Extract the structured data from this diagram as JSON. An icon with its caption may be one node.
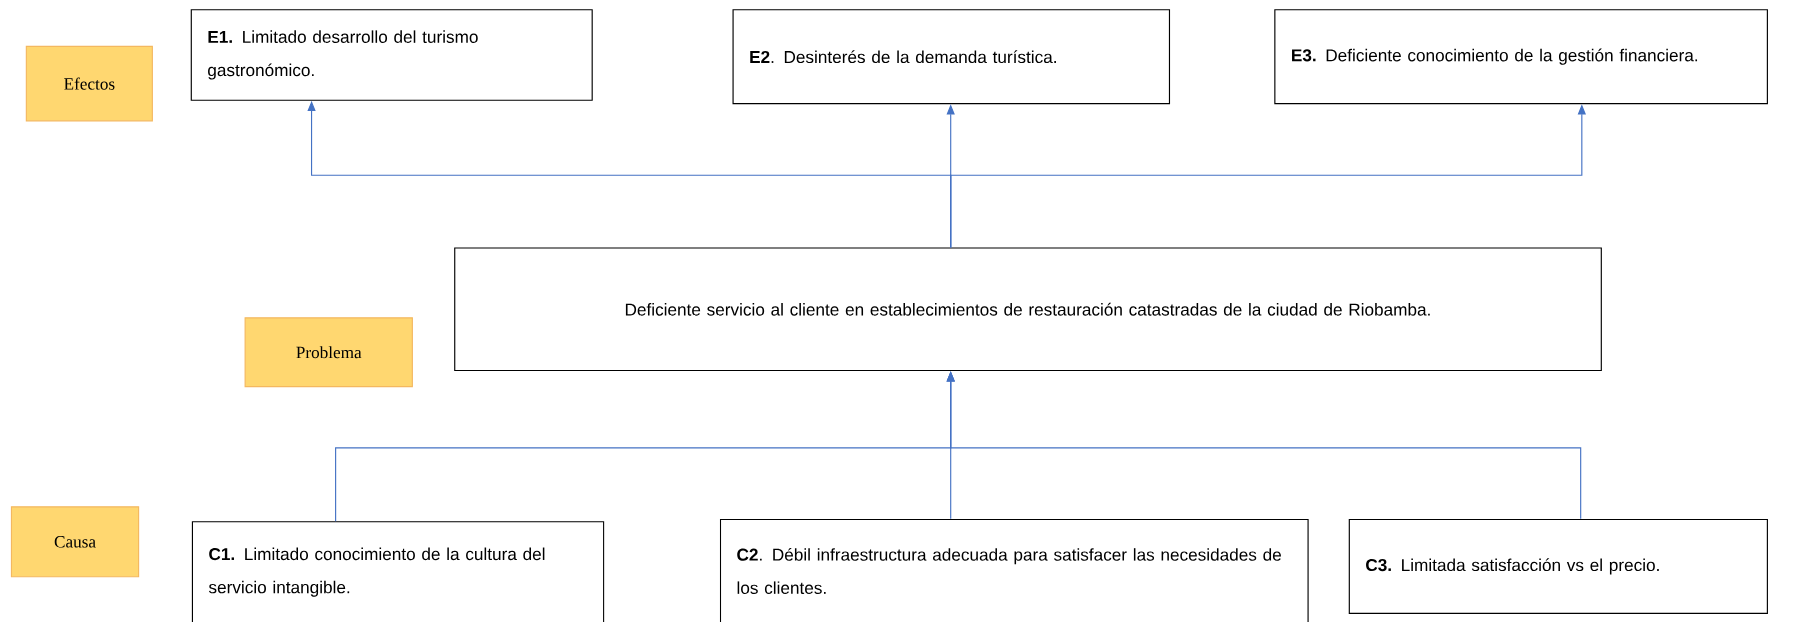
{
  "diagram": {
    "nodes": [
      {
        "text": [
          "Efectos"
        ]
      },
      {
        "text": [
          "**E1.** Limitado desarrollo del turismo gastronómico."
        ]
      },
      {
        "text": [
          "**E2**. Desinterés de la demanda turística."
        ]
      },
      {
        "text": [
          "**E3.** Deficiente conocimiento de la gestión financiera."
        ]
      },
      {
        "text": [
          "Problema"
        ]
      },
      {
        "text": [
          "Deficiente servicio al cliente en establecimientos de restauración catastradas de la ciudad de Riobamba."
        ]
      },
      {
        "text": [
          "Causa"
        ]
      },
      {
        "text": [
          "**C1.** Limitado conocimiento de la cultura del servicio intangible."
        ]
      },
      {
        "text": [
          "**C2**. Débil infraestructura adecuada para satisfacer las necesidades de los clientes."
        ]
      },
      {
        "text": [
          "**C3.** Limitada satisfacción vs el precio."
        ]
      }
    ],
    "edges": [
      {
        "from": 5,
        "to": 1,
        "arrow": "to"
      },
      {
        "from": 5,
        "to": 2,
        "arrow": "to"
      },
      {
        "from": 5,
        "to": 3,
        "arrow": "to"
      },
      {
        "from": 7,
        "to": 5,
        "arrow": "to"
      },
      {
        "from": 8,
        "to": 5,
        "arrow": "to"
      },
      {
        "from": 9,
        "to": 5,
        "arrow": "to"
      }
    ]
  }
}
